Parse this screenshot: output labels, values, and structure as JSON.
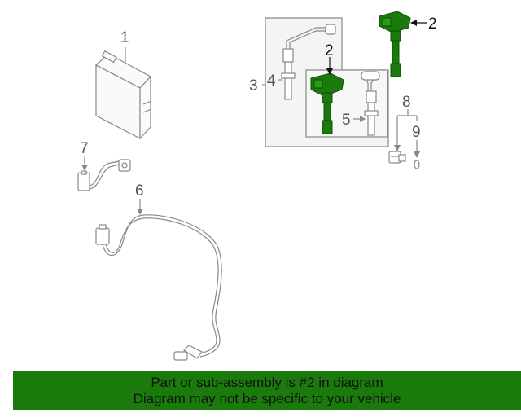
{
  "callouts": {
    "c1": "1",
    "c2a": "2",
    "c2b": "2",
    "c3": "3",
    "c4": "4",
    "c5": "5",
    "c6": "6",
    "c7": "7",
    "c8": "8",
    "c9": "9"
  },
  "banner": {
    "line1": "Part or sub-assembly is #2 in diagram",
    "line2": "Diagram may not be specific to your vehicle"
  },
  "colors": {
    "highlight": "#1a7a0c",
    "line": "#888888"
  }
}
